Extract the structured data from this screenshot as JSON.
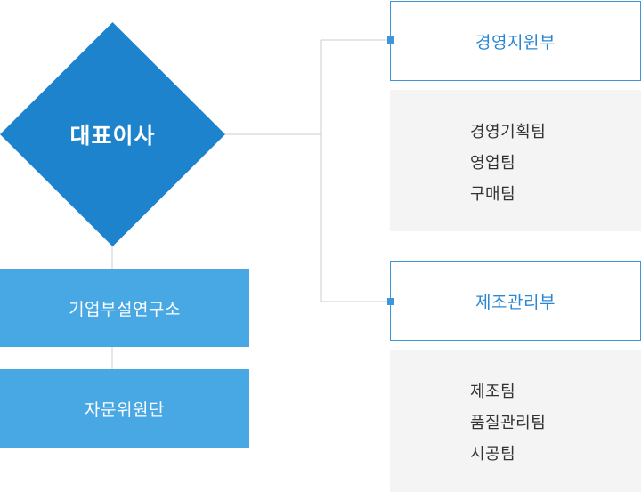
{
  "ceo": {
    "label": "대표이사"
  },
  "side_units": [
    {
      "label": "기업부설연구소"
    },
    {
      "label": "자문위원단"
    }
  ],
  "departments": [
    {
      "label": "경영지원부",
      "teams": [
        "경영기획팀",
        "영업팀",
        "구매팀"
      ]
    },
    {
      "label": "제조관리부",
      "teams": [
        "제조팀",
        "품질관리팀",
        "시공팀"
      ]
    }
  ],
  "colors": {
    "ceo_fill": "#1e83cd",
    "unit_fill": "#48a8e4",
    "dept_border": "#3c96d8",
    "dept_text": "#2b87d3",
    "panel_fill": "#f4f4f4",
    "connector": "#cccccc"
  }
}
